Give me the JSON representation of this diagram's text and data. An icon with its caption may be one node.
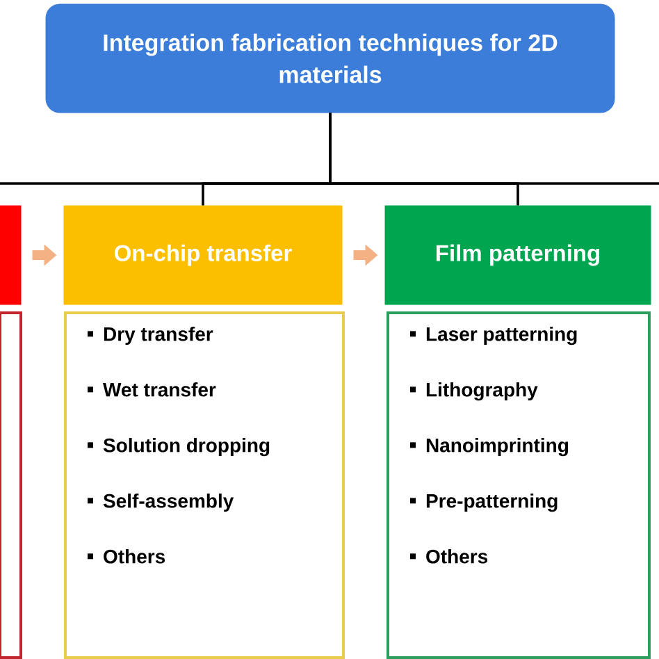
{
  "diagram": {
    "nodes": [
      {
        "text": [
          "Integration fabrication techniques for 2D materials"
        ]
      },
      {
        "text": [],
        "shape": "box"
      },
      {
        "text": [],
        "shape": "box"
      },
      {
        "text": [
          "On-chip transfer"
        ]
      },
      {
        "text": [
          "Dry transfer",
          "Wet transfer",
          "Solution dropping",
          "Self-assembly",
          "Others"
        ]
      },
      {
        "text": [
          "Film patterning"
        ]
      },
      {
        "text": [
          "Laser patterning",
          "Lithography",
          "Nanoimprinting",
          "Pre-patterning",
          "Others"
        ]
      }
    ],
    "edges": [
      {
        "from": 0,
        "to": null,
        "arrow": "none"
      },
      {
        "from": 0,
        "to": 3,
        "arrow": "none"
      },
      {
        "from": 0,
        "to": 5,
        "arrow": "none"
      },
      {
        "from": 0,
        "to": null,
        "arrow": "none"
      },
      {
        "from": 1,
        "to": 3,
        "arrow": "to",
        "style": "thick",
        "color": "#f4b183"
      },
      {
        "from": 3,
        "to": 5,
        "arrow": "to",
        "style": "thick",
        "color": "#f4b183"
      }
    ]
  }
}
